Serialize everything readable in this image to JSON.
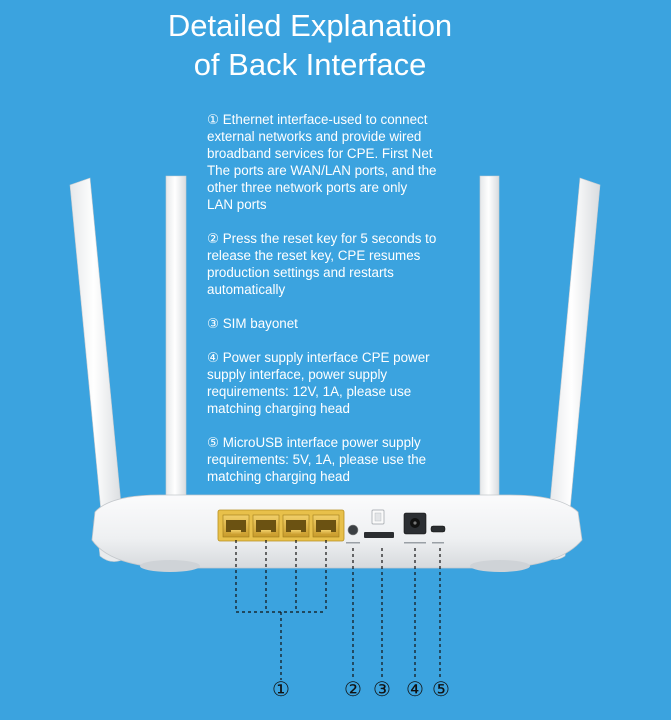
{
  "title_line1": "Detailed Explanation",
  "title_line2": "of Back Interface",
  "notes": [
    "① Ethernet interface-used to connect\nexternal networks and provide wired\nbroadband services for CPE. First Net\nThe ports are WAN/LAN ports, and the\n other three network ports are only\nLAN ports",
    "② Press the reset key for 5 seconds to\n release the reset key, CPE resumes\nproduction settings and restarts\nautomatically",
    "③ SIM bayonet",
    "④ Power supply interface CPE power\nsupply interface, power supply\nrequirements: 12V, 1A, please use\nmatching charging head",
    "⑤ MicroUSB interface power supply\nrequirements: 5V, 1A, please use the\nmatching charging head"
  ],
  "callouts": [
    "①",
    "②",
    "③",
    "④",
    "⑤"
  ],
  "colors": {
    "background": "#3ba3df",
    "router_body": "#f4f5f6",
    "ethernet_port": "#e8c04a",
    "text": "#ffffff",
    "callout": "#111111"
  }
}
